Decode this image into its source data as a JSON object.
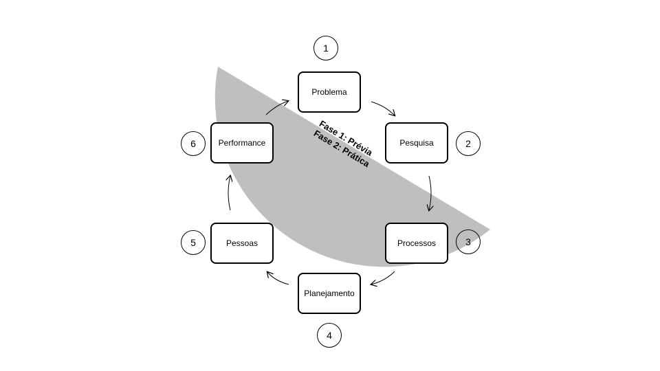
{
  "phases": {
    "phase1": "Fase 1: Prévia",
    "phase2": "Fase 2: Prática"
  },
  "steps": [
    {
      "number": "1",
      "label": "Problema"
    },
    {
      "number": "2",
      "label": "Pesquisa"
    },
    {
      "number": "3",
      "label": "Processos"
    },
    {
      "number": "4",
      "label": "Planejamento"
    },
    {
      "number": "5",
      "label": "Pessoas"
    },
    {
      "number": "6",
      "label": "Performance"
    }
  ],
  "colors": {
    "gray_region": "#bfbfbf",
    "box_border": "#000000",
    "background": "#ffffff"
  }
}
